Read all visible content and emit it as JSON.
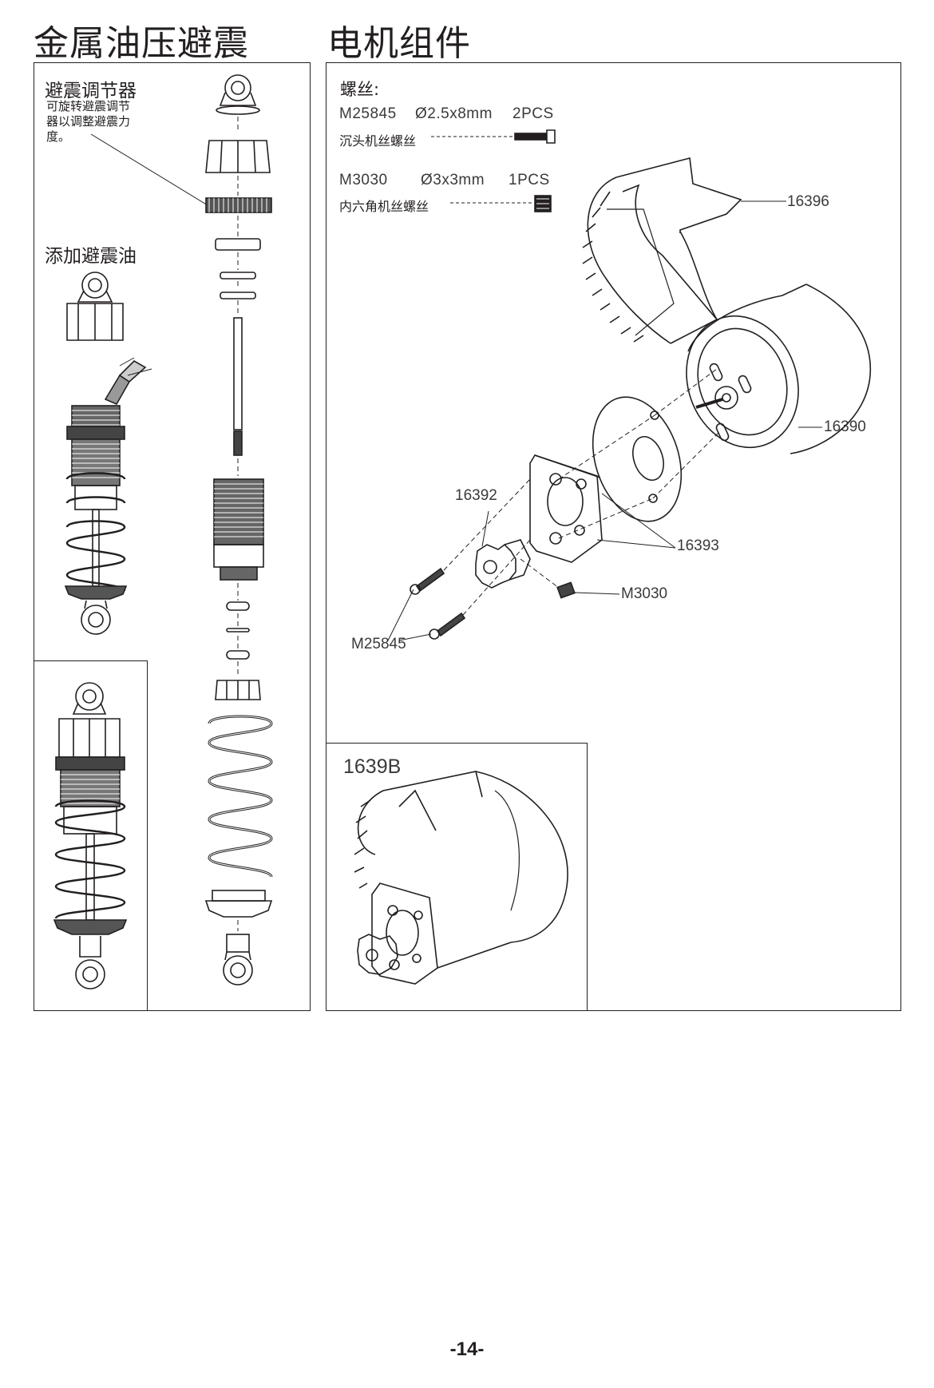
{
  "shock_section": {
    "title": "金属油压避震",
    "adjuster_heading": "避震调节器",
    "adjuster_desc": [
      "可旋转避震调节",
      "器以调整避震力",
      "度。"
    ],
    "add_oil_heading": "添加避震油"
  },
  "motor_section": {
    "title": "电机组件",
    "screws_heading": "螺丝:",
    "screw_1": {
      "code": "M25845",
      "size": "Ø2.5x8mm",
      "qty": "2PCS",
      "name": "沉头机丝螺丝"
    },
    "screw_2": {
      "code": "M3030",
      "size": "Ø3x3mm",
      "qty": "1PCS",
      "name": "内六角机丝螺丝"
    },
    "callouts": {
      "heatsink": "16396",
      "motor": "16390",
      "pinion": "16392",
      "mount": "16393",
      "set_screw": "M3030",
      "countersunk_screws": "M25845"
    },
    "assembly_label": "1639B"
  },
  "page_number": "-14-"
}
